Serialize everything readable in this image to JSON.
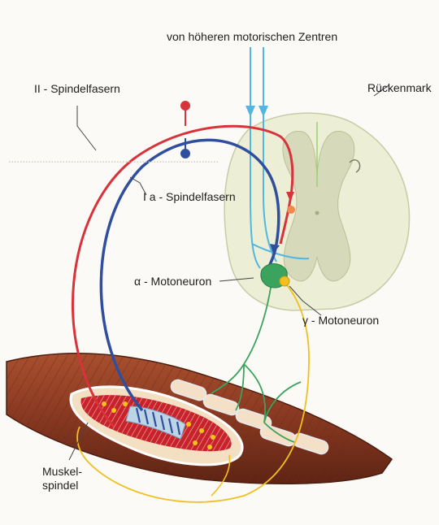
{
  "labels": {
    "top_pathway": "von höheren  motorischen Zentren",
    "spinal_cord": "Rückenmark",
    "type2_fibers": "II - Spindelfasern",
    "type1a_fibers": "I a - Spindelfasern",
    "alpha_motoneuron": "α - Motoneuron",
    "gamma_motoneuron": "γ - Motoneuron",
    "muscle_spindle": "Muskel-\nspindel"
  },
  "colors": {
    "type2_fiber": "#d8323a",
    "type1a_fiber": "#2f4f9e",
    "descending_tract": "#52b6e0",
    "alpha_motor": "#3aa35e",
    "gamma_motor": "#f0c020",
    "muscle": "#8b3a22",
    "spinal_cord_white": "#ecefd5",
    "spinal_cord_grey": "#d7d9bb"
  },
  "icons": {
    "type2_terminal": "red-dot-icon",
    "type1a_terminal": "blue-dot-icon",
    "descending_arrows": "arrow-down-icon"
  }
}
